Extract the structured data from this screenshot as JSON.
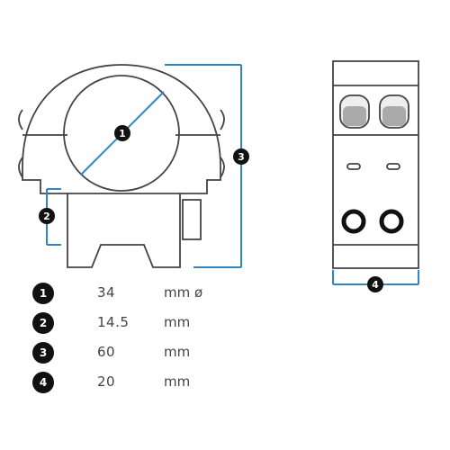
{
  "specs": [
    {
      "n": "1",
      "value": "34",
      "unit": "mm ø"
    },
    {
      "n": "2",
      "value": "14.5",
      "unit": "mm"
    },
    {
      "n": "3",
      "value": "60",
      "unit": "mm"
    },
    {
      "n": "4",
      "value": "20",
      "unit": "mm"
    }
  ],
  "callouts": {
    "ring": "1",
    "base_height": "2",
    "total_height": "3",
    "width": "4"
  },
  "colors": {
    "dimension_line": "#2f86c4",
    "outline": "#444444",
    "badge": "#111111"
  }
}
